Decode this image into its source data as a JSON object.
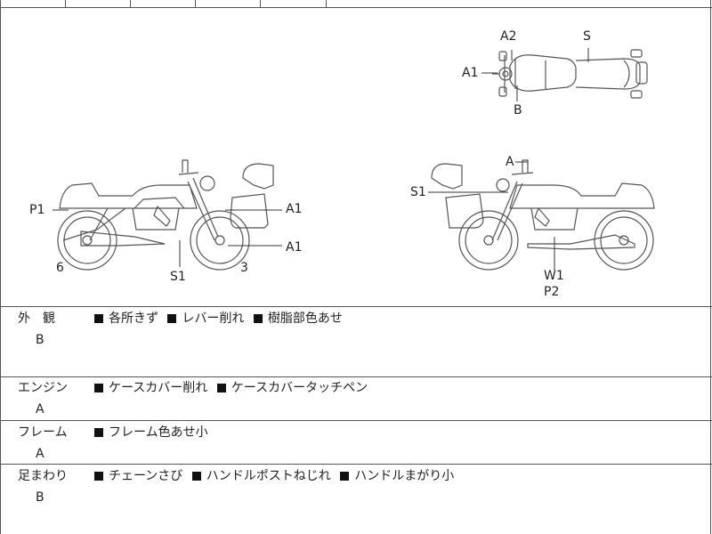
{
  "header_partial": "",
  "diagram": {
    "top_view_labels": {
      "a2": "A2",
      "s": "S",
      "a1": "A1",
      "b": "B"
    },
    "left_side_labels": {
      "p1": "P1",
      "a1_upper": "A1",
      "a1_lower": "A1",
      "six": "6",
      "s1": "S1",
      "three": "3"
    },
    "right_side_labels": {
      "a": "A",
      "s1": "S1",
      "w1": "W1",
      "p2": "P2"
    }
  },
  "categories": [
    {
      "title": "外　観",
      "grade": "B",
      "notes": [
        "各所きず",
        "レバー削れ",
        "樹脂部色あせ"
      ]
    },
    {
      "title": "エンジン",
      "grade": "A",
      "notes": [
        "ケースカバー削れ",
        "ケースカバータッチペン"
      ]
    },
    {
      "title": "フレーム",
      "grade": "A",
      "notes": [
        "フレーム色あせ小"
      ]
    },
    {
      "title": "足まわり",
      "grade": "B",
      "notes": [
        "チェーンさび",
        "ハンドルポストねじれ",
        "ハンドルまがり小"
      ]
    }
  ],
  "colors": {
    "line": "#555555",
    "ink": "#222222",
    "bullet": "#111111"
  }
}
